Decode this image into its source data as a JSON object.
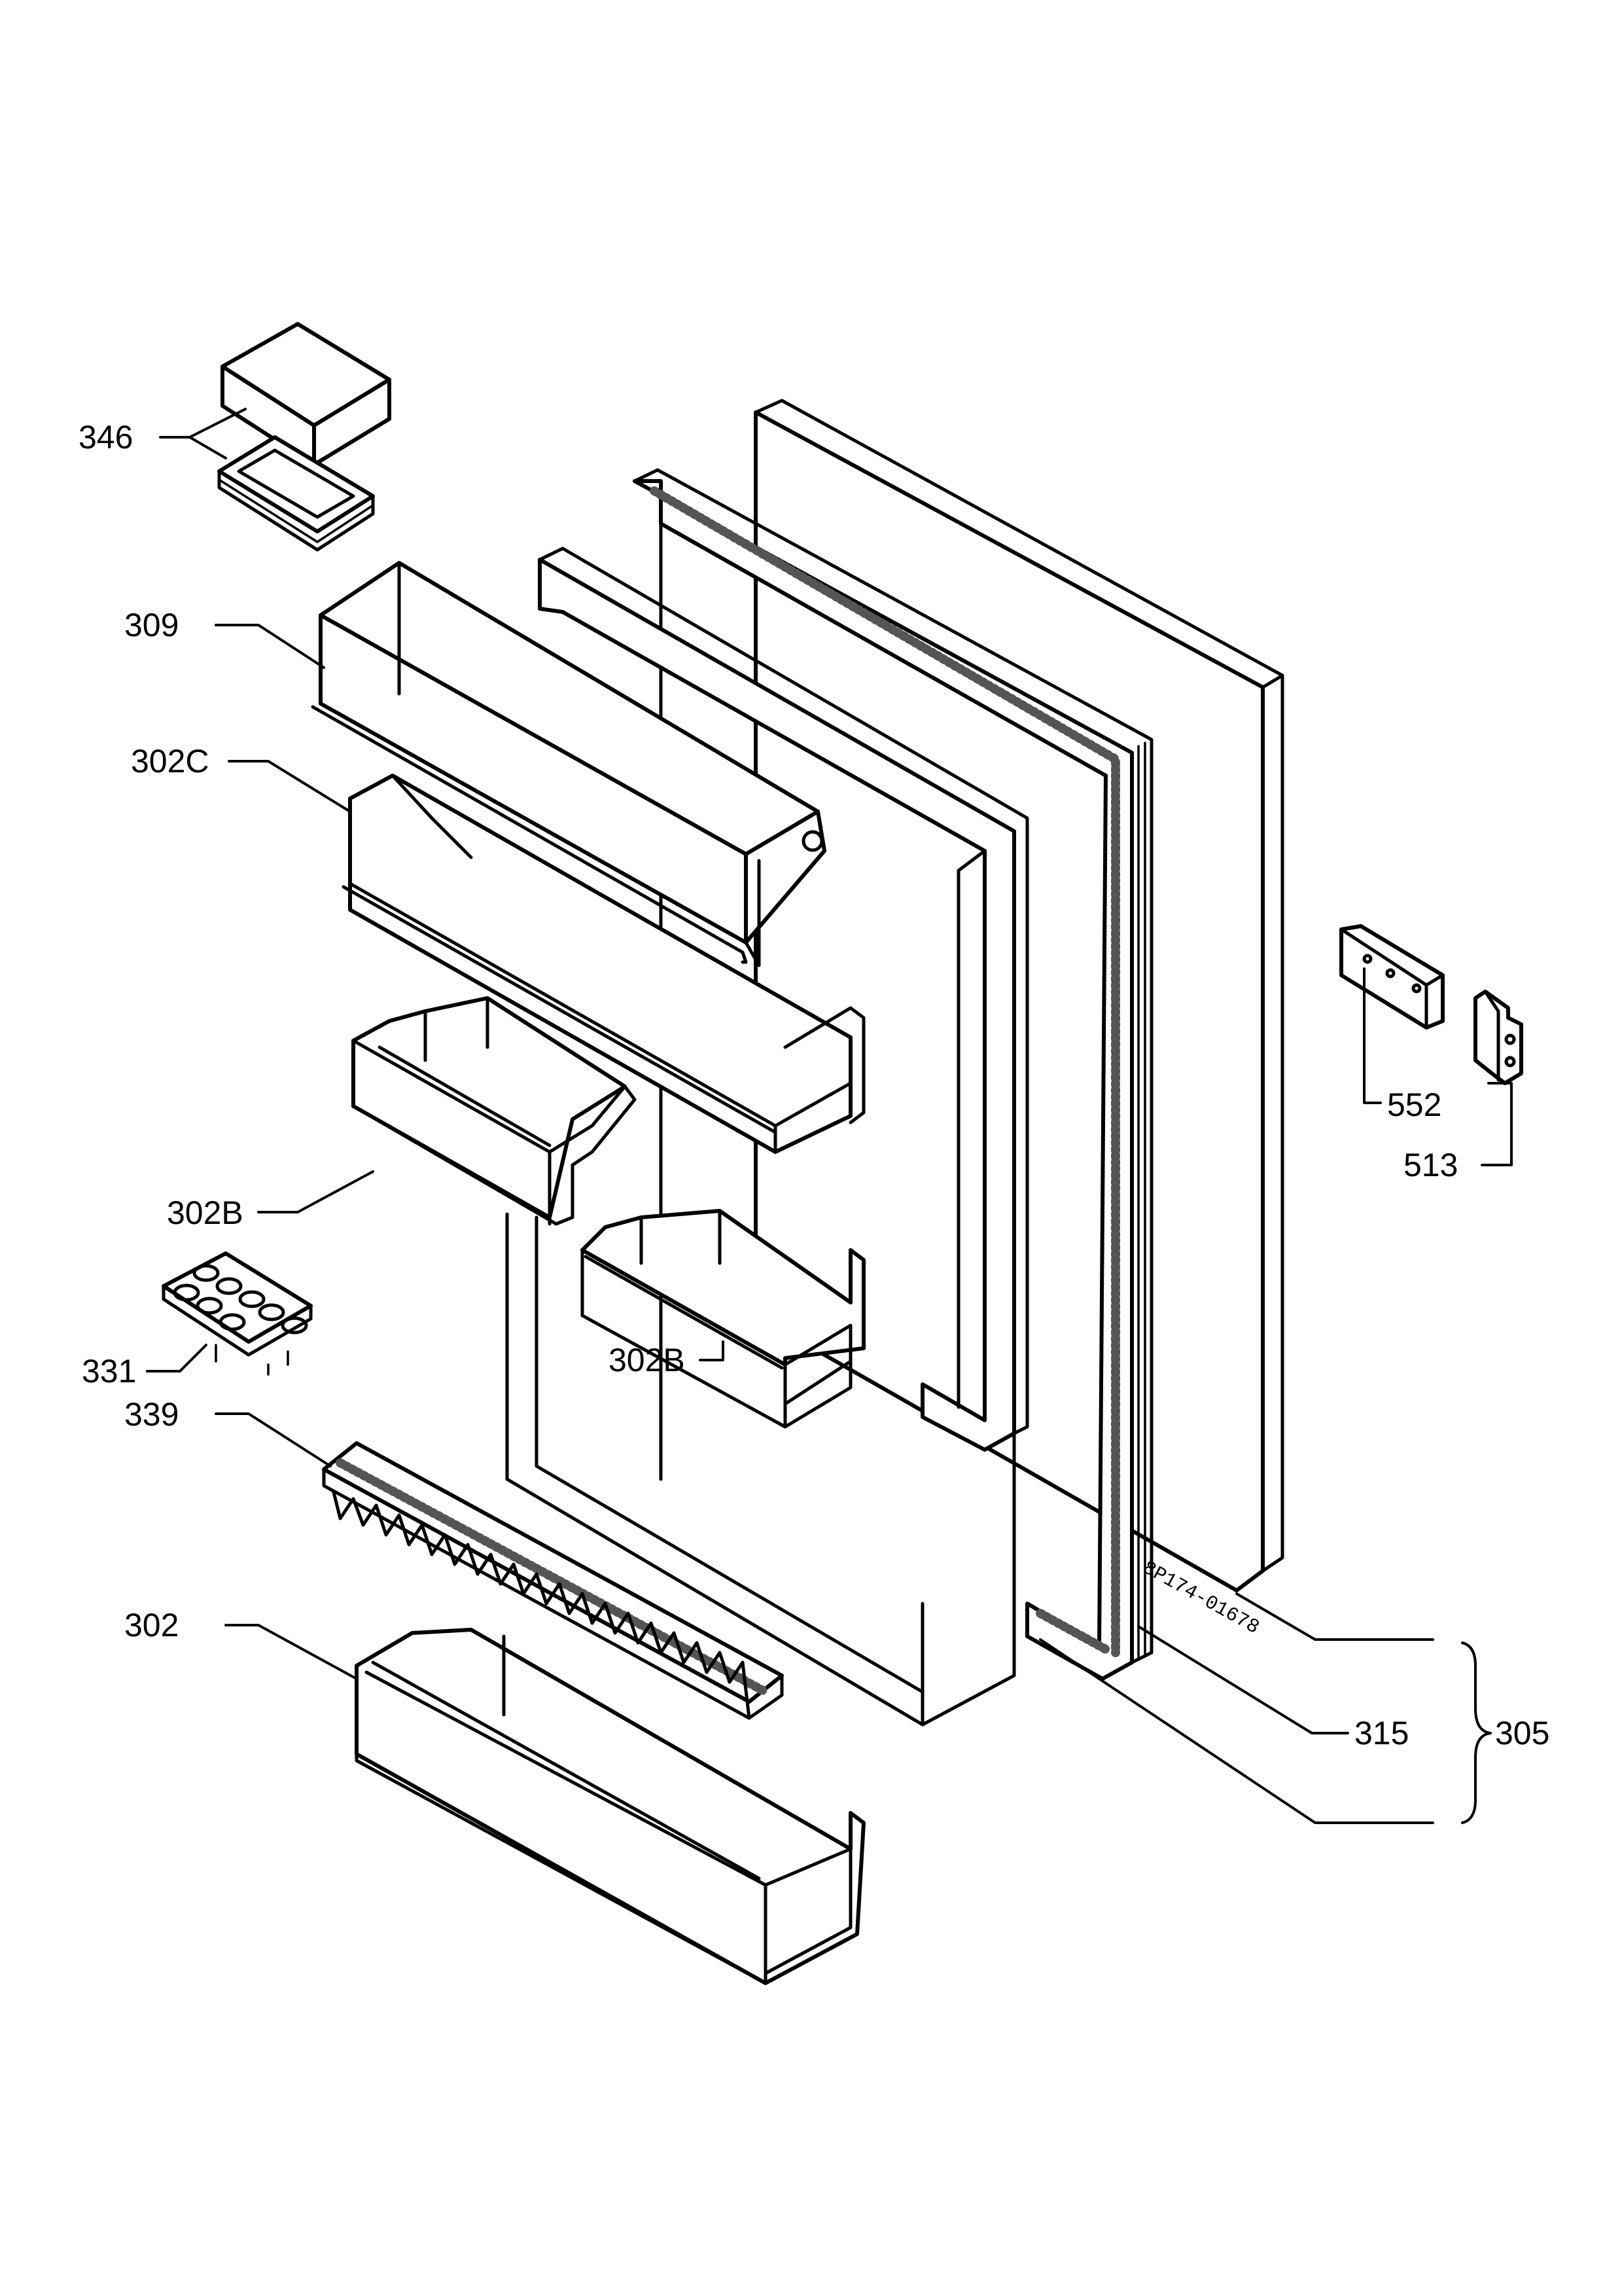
{
  "labels": {
    "p346": "346",
    "p309": "309",
    "p302c": "302C",
    "p302b_left": "302B",
    "p302b_right": "302B",
    "p331": "331",
    "p339": "339",
    "p302": "302",
    "p552": "552",
    "p513": "513",
    "p315": "315",
    "p305": "305"
  },
  "drawing_code": "8P174-01678"
}
